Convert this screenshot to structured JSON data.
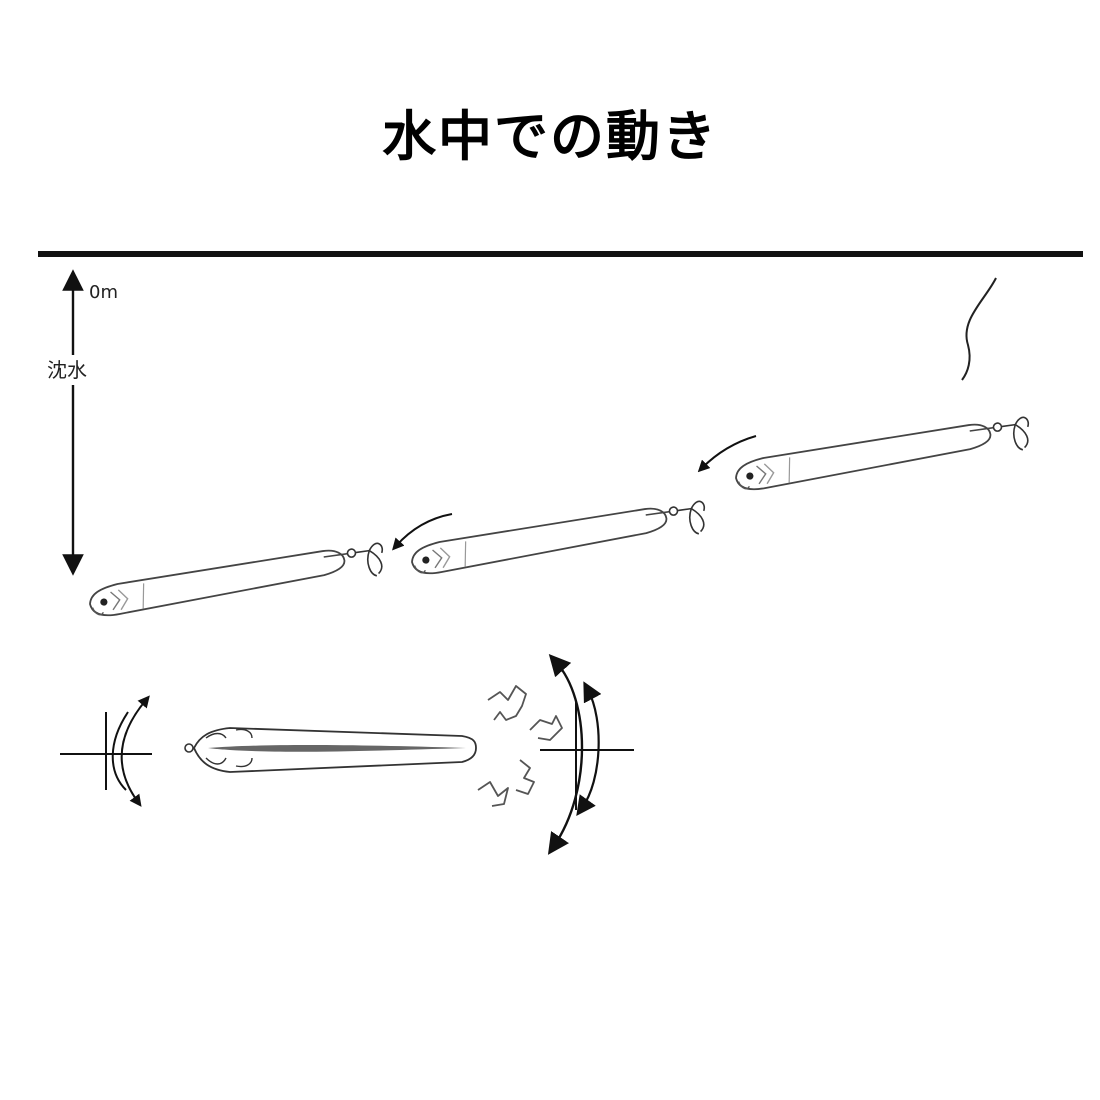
{
  "title": "水中での動き",
  "depth_axis": {
    "top_label": "0m",
    "side_label": "沈水"
  },
  "colors": {
    "line": "#111111",
    "lure_stroke": "#555555",
    "background": "#ffffff"
  },
  "icons": [
    "surface-line",
    "fishing-line",
    "lure",
    "hook",
    "motion-arrow",
    "roll-arrow",
    "water-wake"
  ]
}
